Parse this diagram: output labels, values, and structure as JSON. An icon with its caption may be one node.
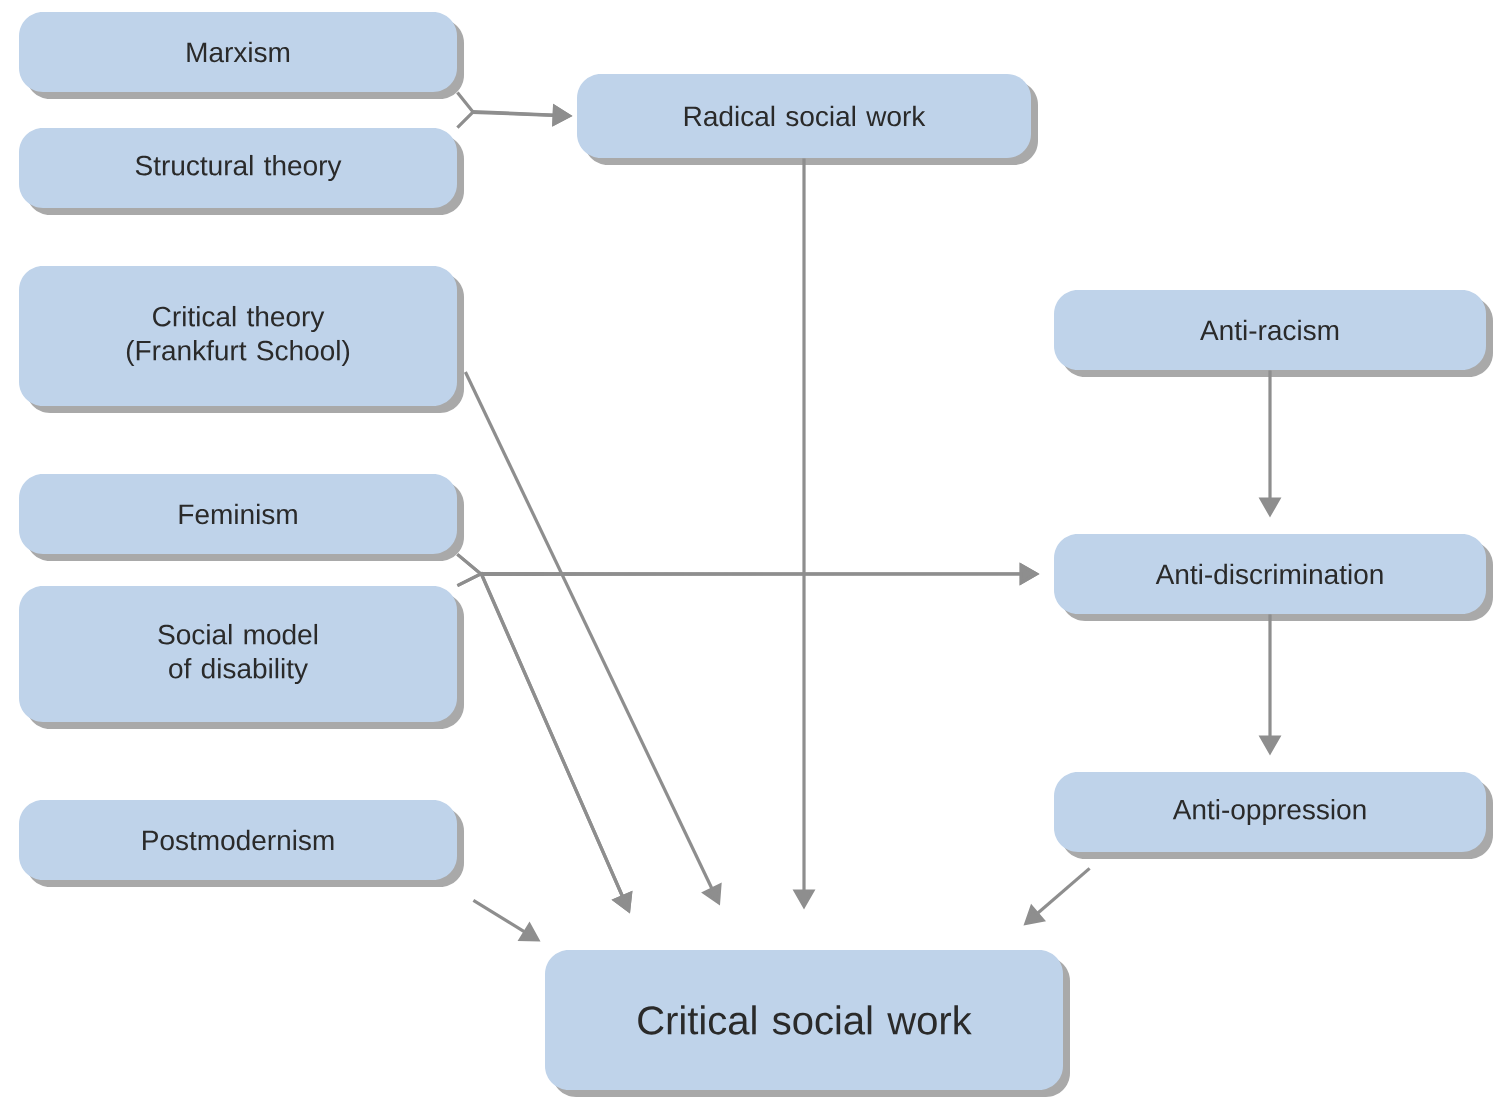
{
  "diagram": {
    "nodes": [
      {
        "text": [
          "Marxism"
        ]
      },
      {
        "text": [
          "Structural theory"
        ]
      },
      {
        "text": [
          "Radical social work"
        ]
      },
      {
        "text": [
          "Critical theory (Frankfurt School)"
        ]
      },
      {
        "text": [
          "Anti-racism"
        ]
      },
      {
        "text": [
          "Feminism"
        ]
      },
      {
        "text": [
          "Anti-discrimination"
        ]
      },
      {
        "text": [
          "Social model of disability"
        ]
      },
      {
        "text": [
          "Postmodernism"
        ]
      },
      {
        "text": [
          "Anti-oppression"
        ]
      },
      {
        "text": [
          "Critical social work"
        ]
      }
    ],
    "edges": [
      {
        "from": 0,
        "to": 2,
        "arrow": "to"
      },
      {
        "from": 1,
        "to": 2,
        "arrow": "to"
      },
      {
        "from": 2,
        "to": 10,
        "arrow": "to"
      },
      {
        "from": 3,
        "to": 10,
        "arrow": "to"
      },
      {
        "from": 4,
        "to": 6,
        "arrow": "to"
      },
      {
        "from": 5,
        "to": 6,
        "arrow": "to"
      },
      {
        "from": 7,
        "to": 6,
        "arrow": "to"
      },
      {
        "from": 5,
        "to": 10,
        "arrow": "to"
      },
      {
        "from": 7,
        "to": 10,
        "arrow": "to"
      },
      {
        "from": 6,
        "to": 9,
        "arrow": "to"
      },
      {
        "from": 8,
        "to": 10,
        "arrow": "to"
      },
      {
        "from": 9,
        "to": 10,
        "arrow": "to"
      }
    ]
  }
}
